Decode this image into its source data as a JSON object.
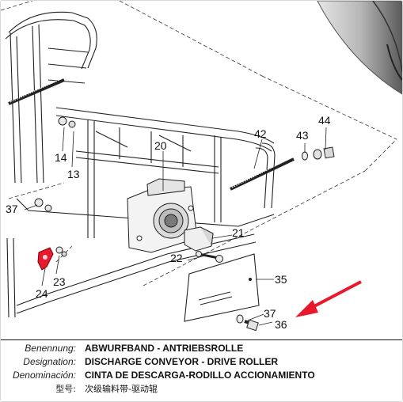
{
  "callouts": {
    "c13": "13",
    "c14": "14",
    "c20": "20",
    "c21": "21",
    "c22": "22",
    "c23": "23",
    "c24": "24",
    "c35": "35",
    "c36": "36",
    "c37a": "37",
    "c37b": "37",
    "c42": "42",
    "c43": "43",
    "c44": "44"
  },
  "caption": {
    "rows": [
      {
        "key": "Benennung:",
        "value": "ABWURFBAND - ANTRIEBSROLLE"
      },
      {
        "key": "Designation:",
        "value": "DISCHARGE CONVEYOR - DRIVE ROLLER"
      },
      {
        "key": "Denominación:",
        "value": "CINTA DE DESCARGA-RODILLO ACCIONAMIENTO"
      },
      {
        "key": "型号:",
        "value": "次级输料带-驱动辊"
      }
    ]
  },
  "colors": {
    "line": "#222222",
    "drum_shade": "#c9c9c9",
    "highlight_part": "#e8192c",
    "arrow": "#e8192c"
  },
  "icons": {
    "pointer": "red-arrow-icon"
  }
}
